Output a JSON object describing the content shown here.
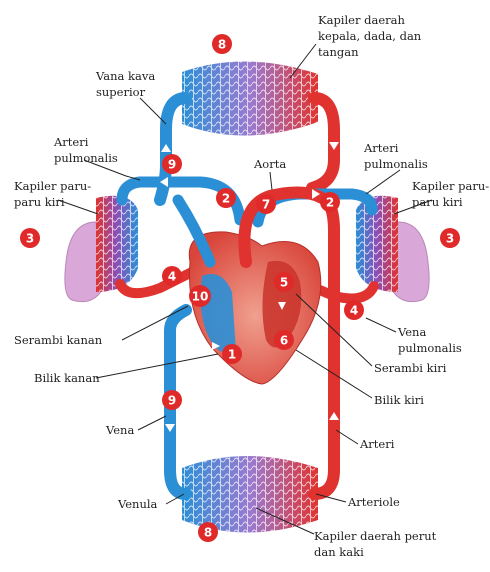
{
  "labels": {
    "kapiler_kepala_l1": "Kapiler daerah",
    "kapiler_kepala_l2": "kepala, dada, dan",
    "kapiler_kepala_l3": "tangan",
    "vena_kava_l1": "Vana kava",
    "vena_kava_l2": "superior",
    "arteri_pulm_kiri_l1": "Arteri",
    "arteri_pulm_kiri_l2": "pulmonalis",
    "aorta": "Aorta",
    "arteri_pulm_kanan_l1": "Arteri",
    "arteri_pulm_kanan_l2": "pulmonalis",
    "kapiler_paru_kiri_l1": "Kapiler paru-",
    "kapiler_paru_kiri_l2": "paru kiri",
    "kapiler_paru_kanan_l1": "Kapiler paru-",
    "kapiler_paru_kanan_l2": "paru kiri",
    "serambi_kanan": "Serambi kanan",
    "bilik_kanan": "Bilik kanan",
    "vena_pulm_l1": "Vena",
    "vena_pulm_l2": "pulmonalis",
    "serambi_kiri": "Serambi kiri",
    "bilik_kiri": "Bilik kiri",
    "vena": "Vena",
    "arteri": "Arteri",
    "venula": "Venula",
    "arteriole": "Arteriole",
    "kapiler_perut_l1": "Kapiler daerah perut",
    "kapiler_perut_l2": "dan kaki"
  },
  "markers": {
    "top_capillary": "8",
    "bottom_capillary": "8",
    "left_lung": "3",
    "right_lung": "3",
    "vena_kava_upper": "9",
    "vena_lower": "9",
    "pulm_artery_left": "2",
    "pulm_artery_right": "2",
    "aorta": "7",
    "pulm_vein_left": "4",
    "pulm_vein_right": "4",
    "right_atrium": "10",
    "right_ventricle": "1",
    "left_atrium": "5",
    "left_ventricle": "6"
  },
  "colors": {
    "oxygenated": "#e0322f",
    "deoxygenated": "#2b8fd6",
    "marker": "#e02a2a",
    "lung": "#d9a8d8",
    "heart": "#e86a5a"
  }
}
